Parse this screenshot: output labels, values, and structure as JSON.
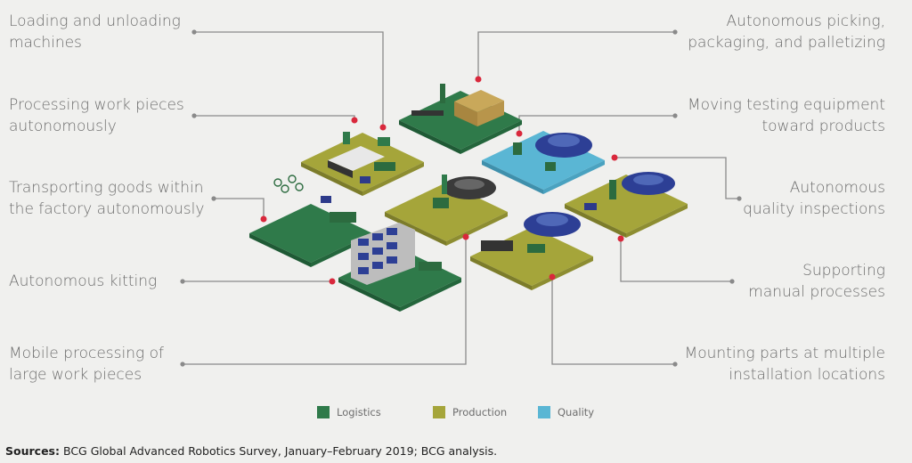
{
  "colors": {
    "logistics": "#2f7a4a",
    "production": "#a5a53a",
    "quality": "#5ab6d4",
    "connector": "#8a8a8a",
    "dot": "#d9283c"
  },
  "labels": {
    "loading": "Loading and unloading\nmachines",
    "processing": "Processing work pieces\nautonomously",
    "transporting": "Transporting goods within\nthe factory autonomously",
    "kitting": "Autonomous kitting",
    "mobile": "Mobile processing of\nlarge work pieces",
    "picking": "Autonomous picking,\npackaging, and palletizing",
    "testing": "Moving testing equipment\ntoward products",
    "inspection": "Autonomous\nquality inspections",
    "supporting": "Supporting\nmanual processes",
    "mounting": "Mounting parts at multiple\ninstallation locations"
  },
  "legend": [
    {
      "label": "Logistics",
      "color": "#2f7a4a"
    },
    {
      "label": "Production",
      "color": "#a5a53a"
    },
    {
      "label": "Quality",
      "color": "#5ab6d4"
    }
  ],
  "footer": {
    "bold": "Sources:",
    "text": " BCG Global Advanced Robotics Survey, January–February 2019; BCG analysis."
  }
}
